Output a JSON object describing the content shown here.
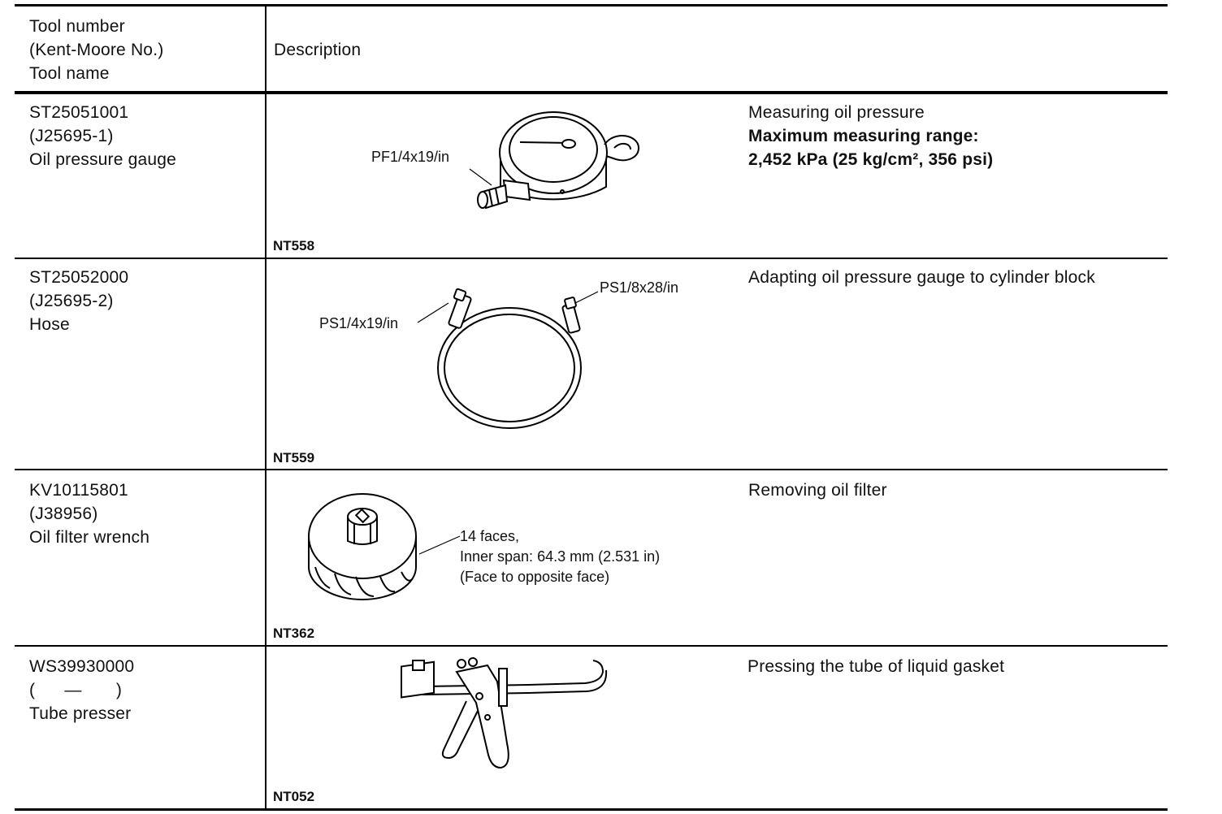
{
  "header": {
    "col1": [
      "Tool number",
      "(Kent-Moore No.)",
      "Tool name"
    ],
    "col2": "Description"
  },
  "rows": [
    {
      "tool_number": "ST25051001",
      "kent_moore": "(J25695-1)",
      "tool_name": "Oil pressure gauge",
      "figure_code": "NT558",
      "callouts": [
        "PF1/4x19/in"
      ],
      "description": [
        "Measuring oil pressure"
      ],
      "description_bold": [
        "Maximum measuring range:",
        "2,452 kPa (25 kg/cm², 356 psi)"
      ]
    },
    {
      "tool_number": "ST25052000",
      "kent_moore": "(J25695-2)",
      "tool_name": "Hose",
      "figure_code": "NT559",
      "callouts": [
        "PS1/4x19/in",
        "PS1/8x28/in"
      ],
      "description": [
        "Adapting oil pressure gauge to cylinder block"
      ]
    },
    {
      "tool_number": "KV10115801",
      "kent_moore": "(J38956)",
      "tool_name": "Oil filter wrench",
      "figure_code": "NT362",
      "callouts": [
        "14 faces,",
        "Inner span: 64.3 mm (2.531 in)",
        "(Face to opposite face)"
      ],
      "description": [
        "Removing oil filter"
      ]
    },
    {
      "tool_number": "WS39930000",
      "kent_moore": "(      —       )",
      "tool_name": "Tube presser",
      "figure_code": "NT052",
      "callouts": [],
      "description": [
        "Pressing the tube of liquid gasket"
      ]
    }
  ]
}
